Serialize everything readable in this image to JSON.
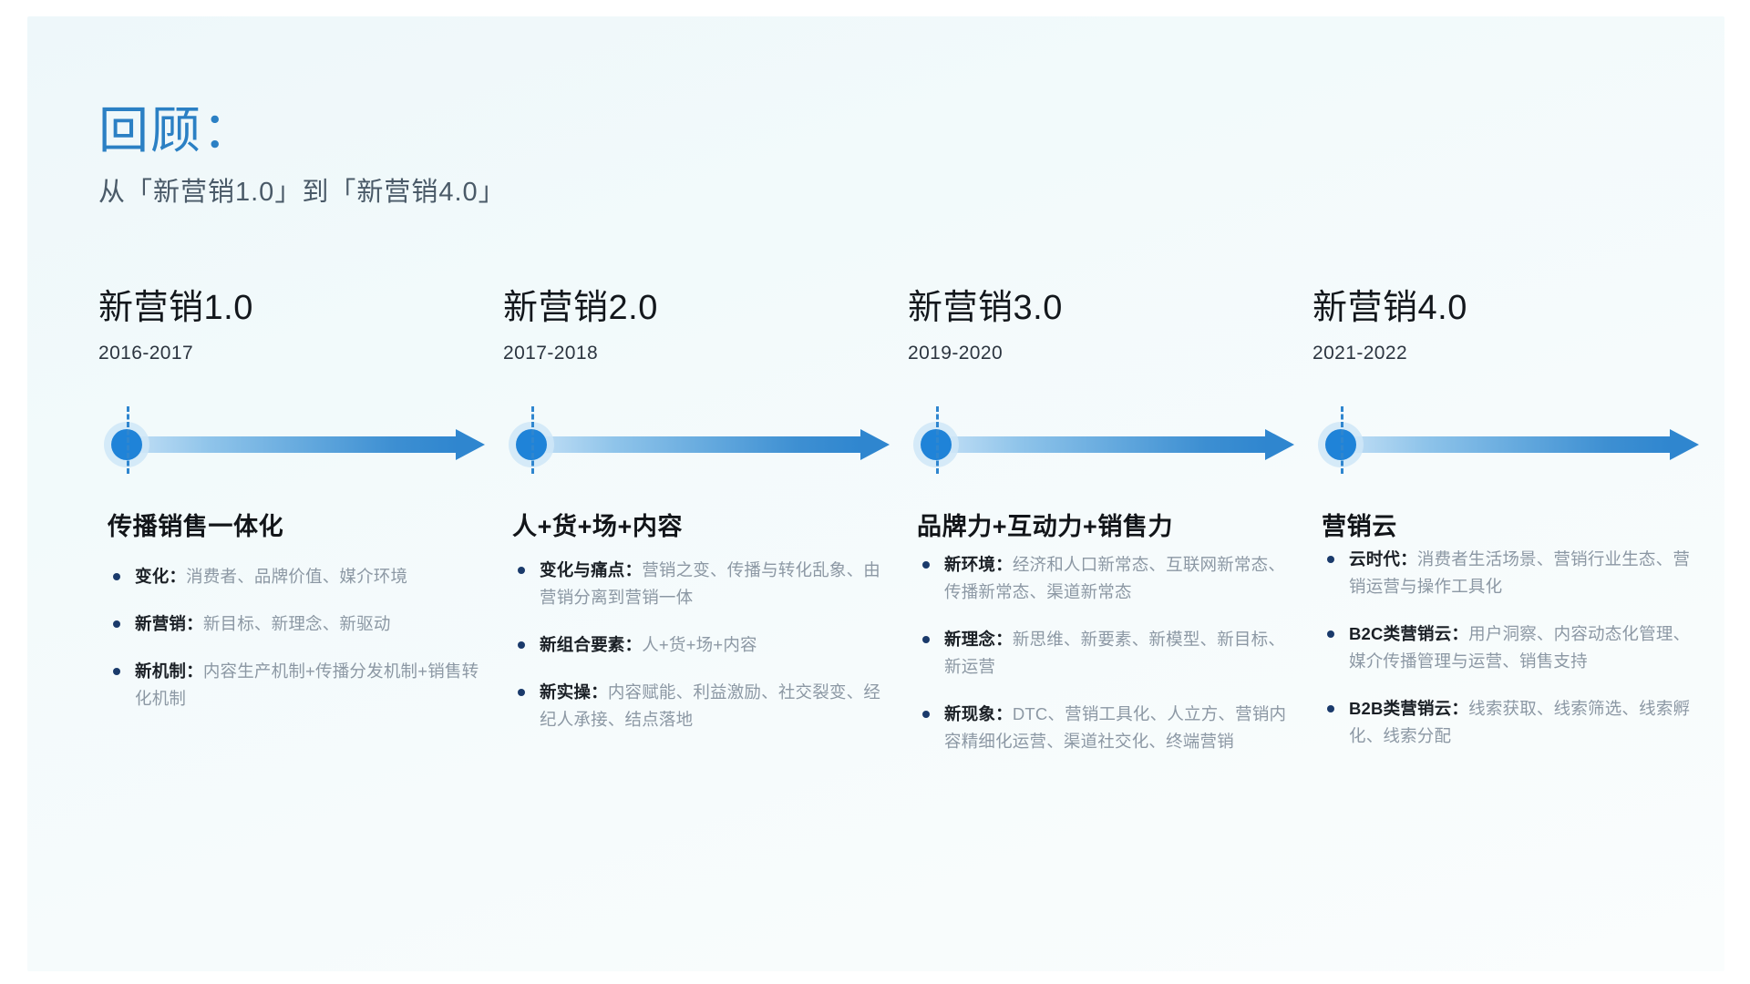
{
  "header": {
    "title": "回顾：",
    "subtitle": "从「新营销1.0」到「新营销4.0」"
  },
  "colors": {
    "title_blue": "#2b80c4",
    "dot_blue": "#1f83d8",
    "halo_blue": "#cfe6f7",
    "arrow_blue": "#2f86cf",
    "bullet_marker": "#1a3a6b",
    "body_gray": "#8c98a4",
    "background": "#eef7fa"
  },
  "timeline": [
    {
      "phase": "新营销1.0",
      "years": "2016-2017",
      "heading": "传播销售一体化",
      "bullets": [
        {
          "label": "变化：",
          "text": "消费者、品牌价值、媒介环境"
        },
        {
          "label": "新营销：",
          "text": "新目标、新理念、新驱动"
        },
        {
          "label": "新机制：",
          "text": "内容生产机制+传播分发机制+销售转化机制"
        }
      ]
    },
    {
      "phase": "新营销2.0",
      "years": "2017-2018",
      "heading": "人+货+场+内容",
      "bullets": [
        {
          "label": "变化与痛点：",
          "text": "营销之变、传播与转化乱象、由营销分离到营销一体"
        },
        {
          "label": "新组合要素：",
          "text": "人+货+场+内容"
        },
        {
          "label": "新实操：",
          "text": "内容赋能、利益激励、社交裂变、经纪人承接、结点落地"
        }
      ]
    },
    {
      "phase": "新营销3.0",
      "years": "2019-2020",
      "heading": "品牌力+互动力+销售力",
      "bullets": [
        {
          "label": "新环境：",
          "text": "经济和人口新常态、互联网新常态、传播新常态、渠道新常态"
        },
        {
          "label": "新理念：",
          "text": "新思维、新要素、新模型、新目标、新运营"
        },
        {
          "label": "新现象：",
          "text": "DTC、营销工具化、人立方、营销内容精细化运营、渠道社交化、终端营销"
        }
      ]
    },
    {
      "phase": "新营销4.0",
      "years": "2021-2022",
      "heading": "营销云",
      "bullets": [
        {
          "label": "云时代：",
          "text": "消费者生活场景、营销行业生态、营销运营与操作工具化"
        },
        {
          "label": "B2C类营销云：",
          "text": "用户洞察、内容动态化管理、媒介传播管理与运营、销售支持"
        },
        {
          "label": "B2B类营销云：",
          "text": "线索获取、线索筛选、线索孵化、线索分配"
        }
      ]
    }
  ]
}
